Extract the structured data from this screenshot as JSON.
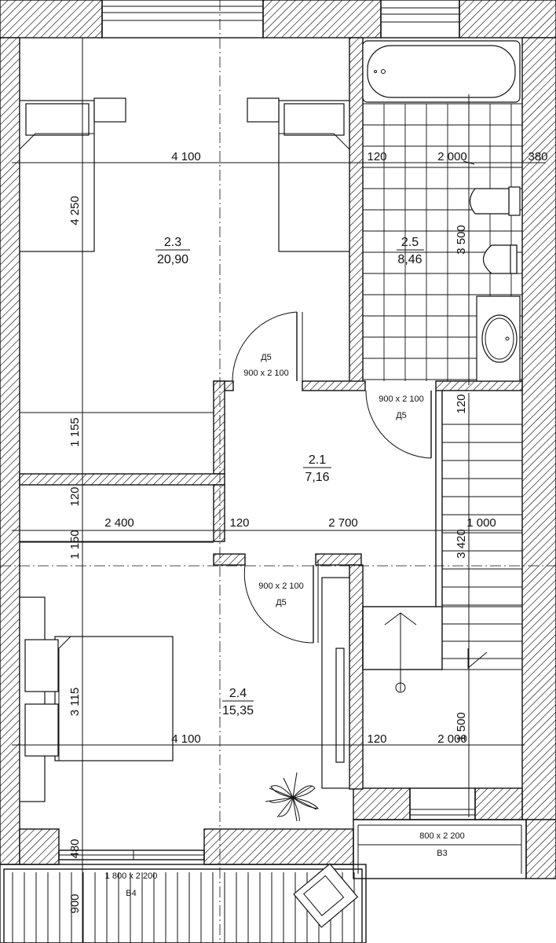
{
  "rooms": [
    {
      "id": "2.3",
      "area": "20,90"
    },
    {
      "id": "2.5",
      "area": "8,46"
    },
    {
      "id": "2.1",
      "area": "7,16"
    },
    {
      "id": "2.4",
      "area": "15,35"
    }
  ],
  "dimensions": {
    "top_width_left": "4 100",
    "top_wall_mid": "120",
    "top_width_right": "2 000",
    "top_wall_right": "380",
    "bedroom_depth": "4 250",
    "bath_depth": "3 500",
    "corridor_left_depth": "1 155",
    "wall_120_left": "120",
    "closet_depth": "1 150",
    "closet_width": "2 400",
    "hall_wall": "120",
    "hall_width": "2 700",
    "stair_width": "1 000",
    "stair_top_wall": "120",
    "hall_depth": "3 420",
    "bedroom2_depth": "3 115",
    "bottom_width_left": "4 100",
    "bottom_wall_mid": "120",
    "bottom_width_right": "2 000",
    "stair_lower_depth": "1 500",
    "wall_480": "480",
    "balcony_depth": "900"
  },
  "doors": [
    {
      "code": "Д5",
      "size": "900 x 2 100"
    },
    {
      "code": "Д5",
      "size": "900 x 2 100"
    },
    {
      "code": "Д5",
      "size": "900 x 2 100"
    }
  ],
  "openings": [
    {
      "code": "В3",
      "size": "800 x 2 200"
    },
    {
      "code": "В4",
      "size": "1 800 x 2 200"
    }
  ]
}
